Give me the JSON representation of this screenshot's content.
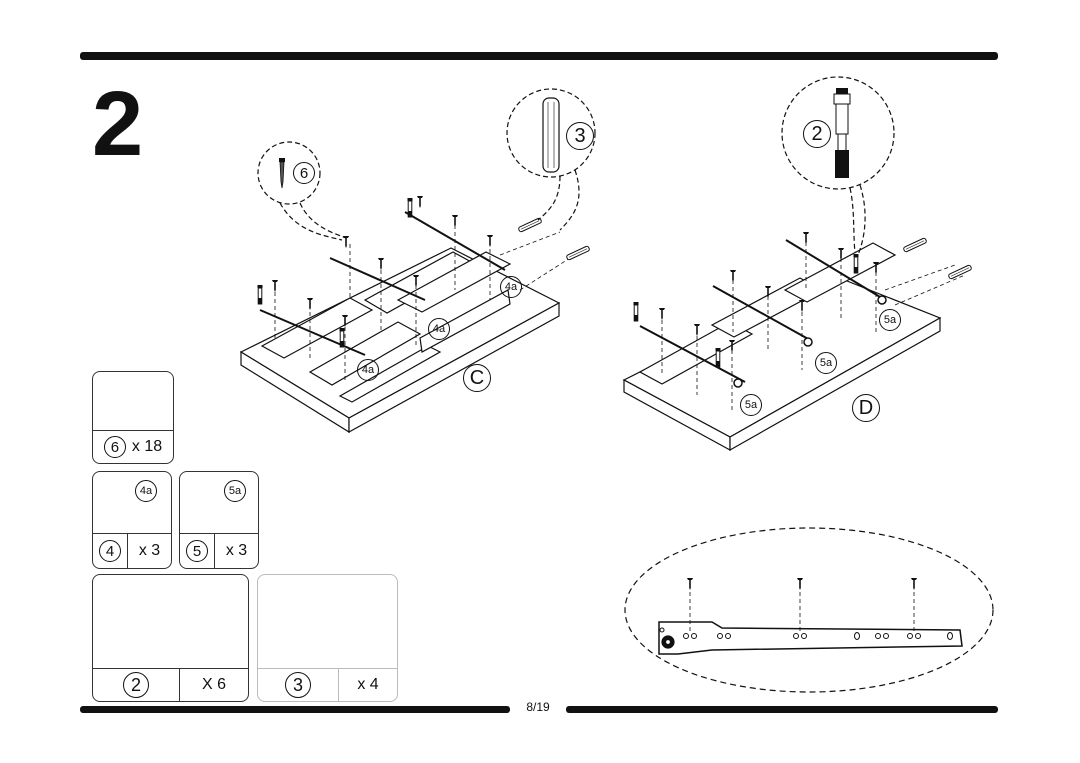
{
  "step": {
    "number": "2"
  },
  "footer": {
    "page": "8/19"
  },
  "assemblies": {
    "c_label": "C",
    "d_label": "D"
  },
  "callouts": {
    "screw_part": "6",
    "dowel_part": "3",
    "bolt_part": "2",
    "rail_4a": "4a",
    "rail_5a": "5a"
  },
  "parts_legend": {
    "screw": {
      "id": "6",
      "qty": "x 18"
    },
    "rail_left": {
      "sub": "4a",
      "id": "4",
      "qty": "x 3"
    },
    "rail_right": {
      "sub": "5a",
      "id": "5",
      "qty": "x 3"
    },
    "bolt": {
      "id": "2",
      "qty": "X 6"
    },
    "dowel": {
      "id": "3",
      "qty": "x 4"
    }
  }
}
